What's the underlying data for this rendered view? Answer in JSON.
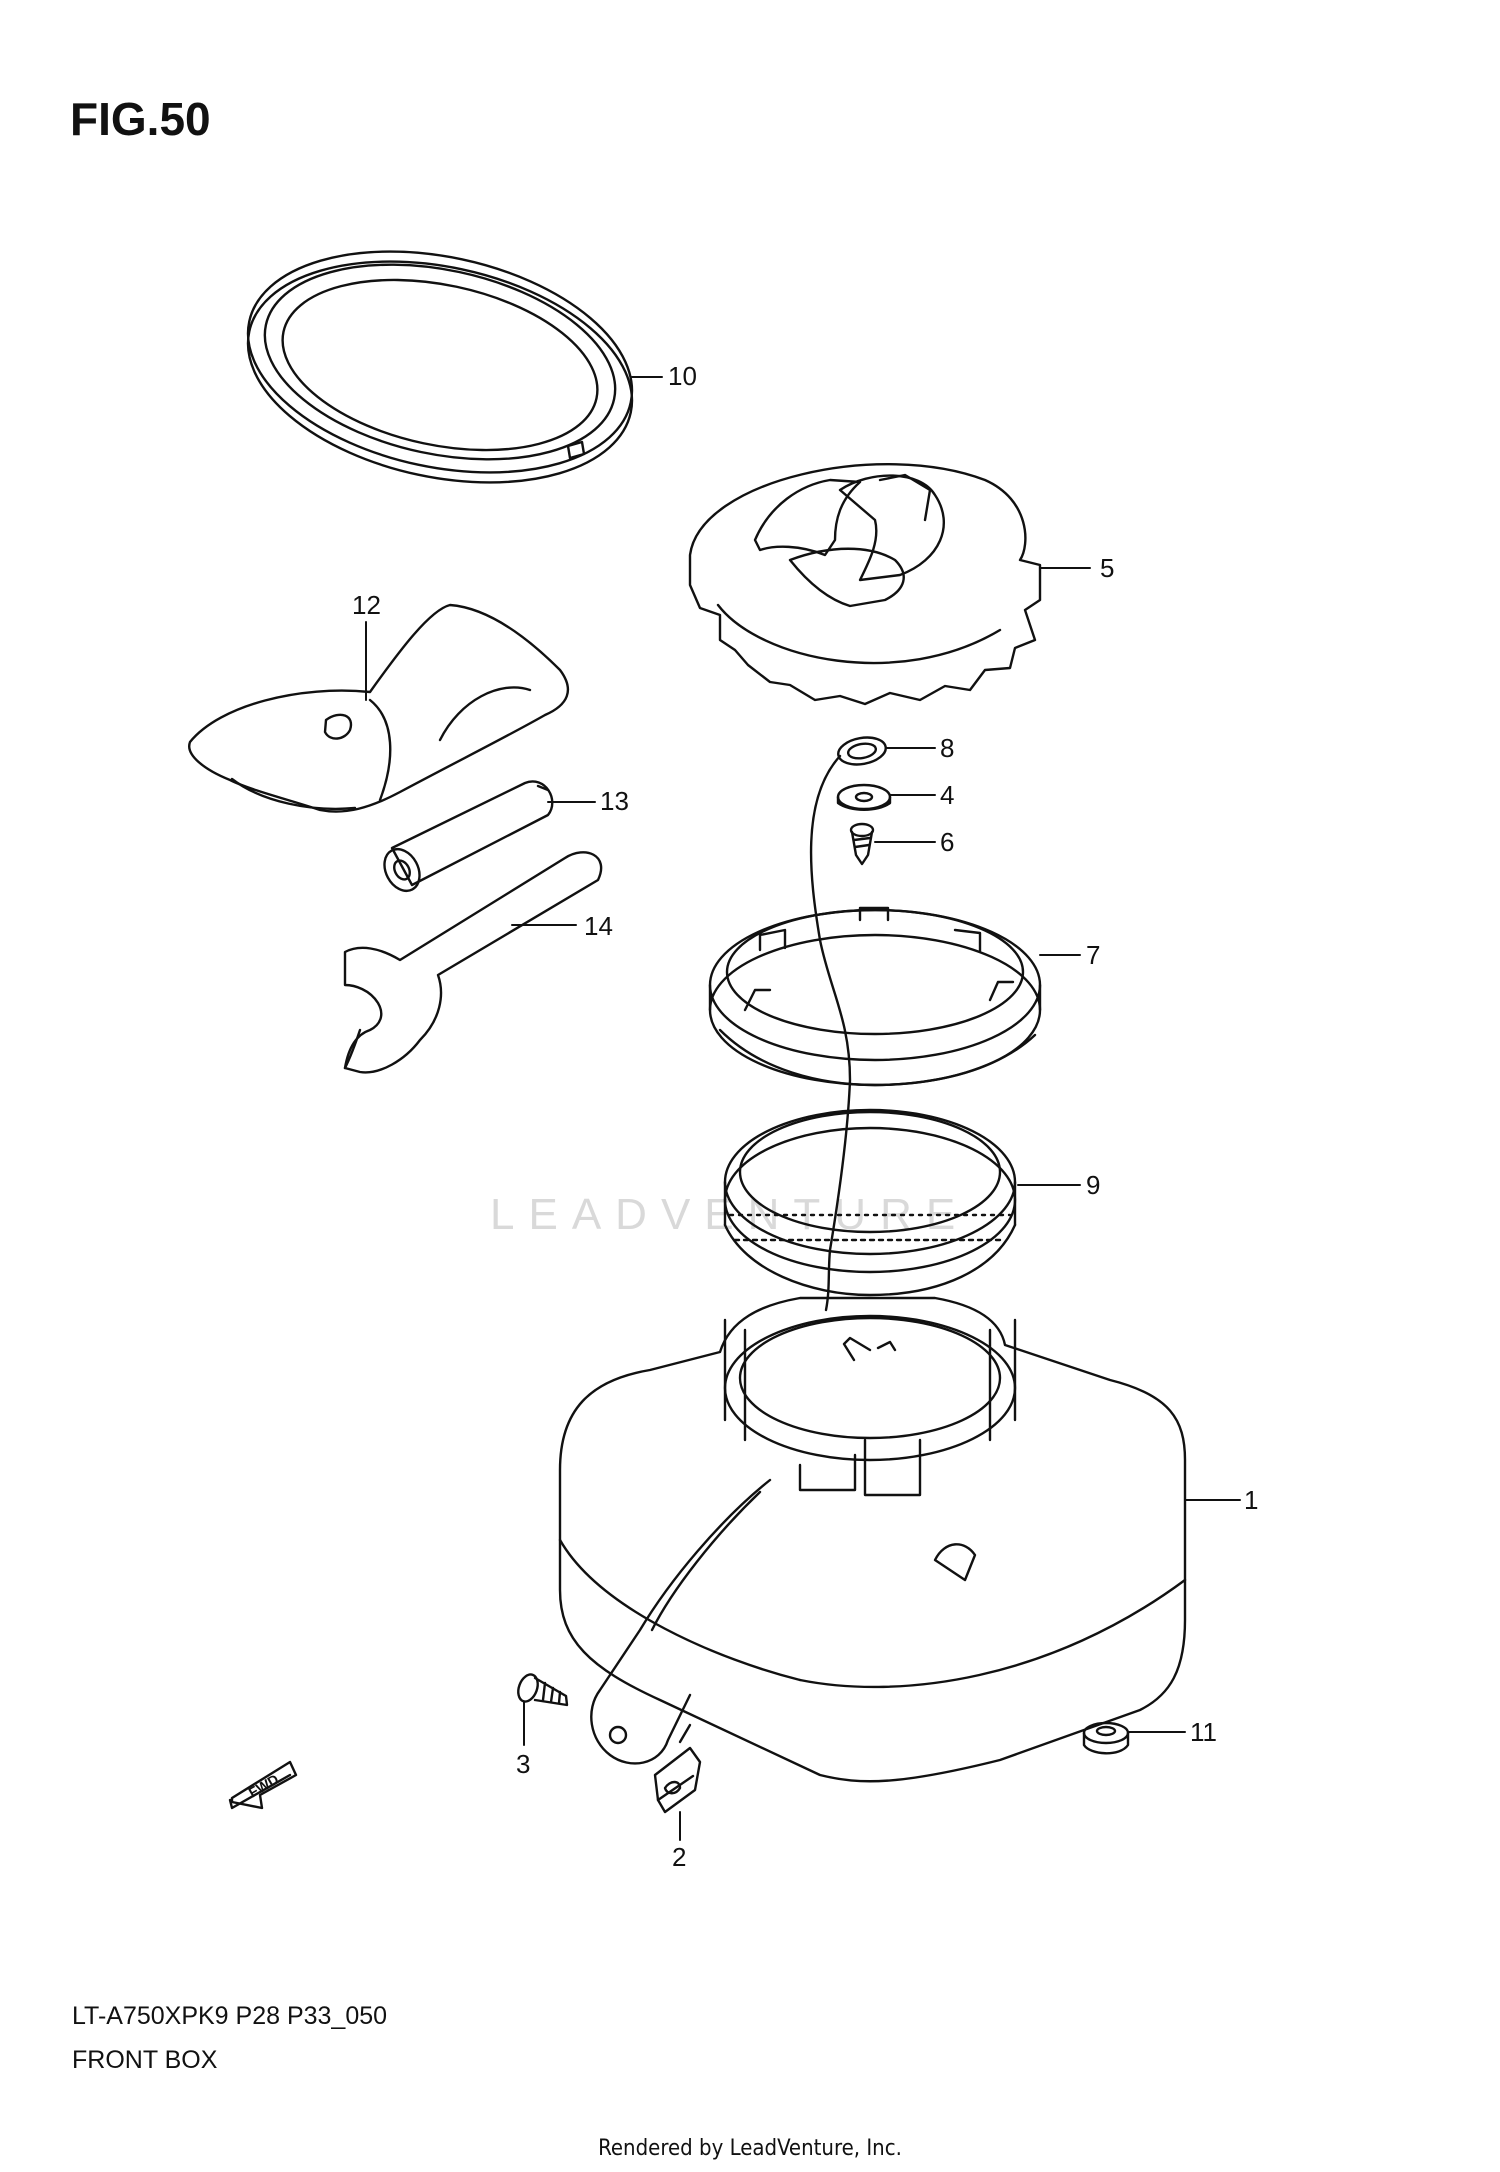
{
  "figure": {
    "title": "FIG.50",
    "model_code": "LT-A750XPK9 P28 P33_050",
    "section_name": "FRONT BOX"
  },
  "watermark": "LEADVENTURE",
  "rendered_by": "Rendered by LeadVenture, Inc.",
  "fwd_badge": "FWD",
  "callouts": [
    {
      "id": "10",
      "label": "10"
    },
    {
      "id": "5",
      "label": "5"
    },
    {
      "id": "12",
      "label": "12"
    },
    {
      "id": "13",
      "label": "13"
    },
    {
      "id": "14",
      "label": "14"
    },
    {
      "id": "8",
      "label": "8"
    },
    {
      "id": "4",
      "label": "4"
    },
    {
      "id": "6",
      "label": "6"
    },
    {
      "id": "7",
      "label": "7"
    },
    {
      "id": "9",
      "label": "9"
    },
    {
      "id": "1",
      "label": "1"
    },
    {
      "id": "11",
      "label": "11"
    },
    {
      "id": "3",
      "label": "3"
    },
    {
      "id": "2",
      "label": "2"
    }
  ]
}
